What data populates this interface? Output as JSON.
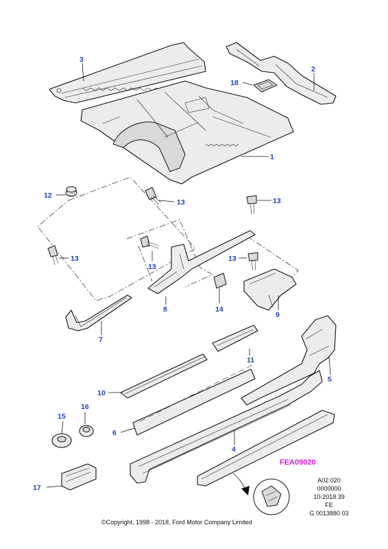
{
  "callouts": {
    "c1": "1",
    "c2": "2",
    "c3": "3",
    "c4": "4",
    "c5": "5",
    "c6": "6",
    "c7": "7",
    "c8": "8",
    "c9": "9",
    "c10": "10",
    "c11": "11",
    "c12": "12",
    "c13a": "13",
    "c13b": "13",
    "c13c": "13",
    "c13d": "13",
    "c13e": "13",
    "c14": "14",
    "c15": "15",
    "c16": "16",
    "c17": "17",
    "c18": "18"
  },
  "reference": {
    "code": "FEA09020",
    "line1": "A02.020",
    "line2": "0000000",
    "line3": "10-2018 39",
    "line4": "FE",
    "line5": "G 0013880 03"
  },
  "footer": {
    "copyright": "©Copyright, 1998 - 2018, Ford Motor Company Limited"
  },
  "colors": {
    "callout": "#1f3fbf",
    "code": "#d11ad1"
  }
}
